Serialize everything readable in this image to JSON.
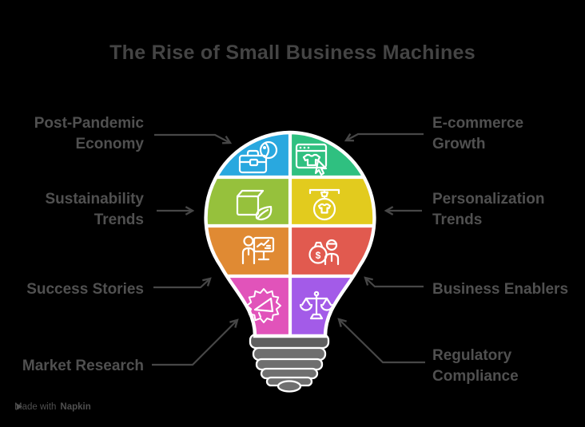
{
  "title": "The Rise of Small Business Machines",
  "labels": {
    "left": [
      {
        "id": "post-pandemic-economy",
        "text": "Post-Pandemic\nEconomy"
      },
      {
        "id": "sustainability-trends",
        "text": "Sustainability\nTrends"
      },
      {
        "id": "success-stories",
        "text": "Success Stories"
      },
      {
        "id": "market-research",
        "text": "Market Research"
      }
    ],
    "right": [
      {
        "id": "e-commerce-growth",
        "text": "E-commerce\nGrowth"
      },
      {
        "id": "personalization-trends",
        "text": "Personalization\nTrends"
      },
      {
        "id": "business-enablers",
        "text": "Business Enablers"
      },
      {
        "id": "regulatory-compliance",
        "text": "Regulatory\nCompliance"
      }
    ]
  },
  "segments": [
    {
      "name": "post-pandemic-economy",
      "icon": "briefcase-globe-icon",
      "color": "#29A8DF"
    },
    {
      "name": "e-commerce-growth",
      "icon": "browser-cursor-icon",
      "color": "#2FC080"
    },
    {
      "name": "sustainability-trends",
      "icon": "package-leaf-icon",
      "color": "#96C13C"
    },
    {
      "name": "personalization-trends",
      "icon": "drone-delivery-icon",
      "color": "#E2CB1E"
    },
    {
      "name": "success-stories",
      "icon": "presentation-chart-icon",
      "color": "#E08A33"
    },
    {
      "name": "business-enablers",
      "icon": "money-bag-person-icon",
      "color": "#E15A4F"
    },
    {
      "name": "market-research",
      "icon": "seal-megaphone-icon",
      "color": "#E153BA"
    },
    {
      "name": "regulatory-compliance",
      "icon": "scales-icon",
      "color": "#A35BE8"
    }
  ],
  "glyphs": {
    "dollar": "$"
  },
  "colors": {
    "background": "#000000",
    "label_text": "#505050",
    "title_text": "#444444",
    "arrow": "#474747",
    "bulb_outline": "#FFFFFF",
    "base_gray": "#6F6F6F",
    "base_collar_gray": "#5F5F5F"
  },
  "watermark": {
    "made_with": "Made with",
    "brand": "Napkin"
  }
}
